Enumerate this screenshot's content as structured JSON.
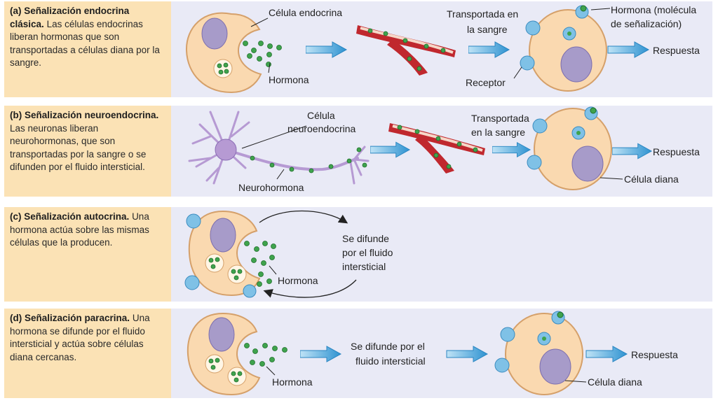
{
  "panels": [
    {
      "title": "(a) Señalización endocrina clásica.",
      "body": "Las células endocrinas liberan hormonas que son transportadas a células diana por la sangre.",
      "labels": {
        "source_cell": "Célula endocrina",
        "hormone": "Hormona",
        "transport": "Transportada en la sangre",
        "hormone_molecule": "Hormona (molécula de señalización)",
        "receptor": "Receptor",
        "response": "Respuesta"
      }
    },
    {
      "title": "(b) Señalización neuroendocrina.",
      "body": "Las neuronas liberan neurohormonas, que son transportadas por la sangre o se difunden por el fluido intersticial.",
      "labels": {
        "source_cell": "Célula neuroendocrina",
        "neurohormone": "Neurohormona",
        "transport": "Transportada en la sangre",
        "response": "Respuesta",
        "target_cell": "Célula diana"
      }
    },
    {
      "title": "(c) Señalización autocrina.",
      "body": "Una hormona actúa sobre las mismas células que la producen.",
      "labels": {
        "diffuse": "Se difunde por el fluido intersticial",
        "hormone": "Hormona"
      }
    },
    {
      "title": "(d) Señalización paracrina.",
      "body": "Una hormona se difunde por el fluido intersticial y actúa sobre células diana cercanas.",
      "labels": {
        "diffuse": "Se difunde por el fluido intersticial",
        "hormone": "Hormona",
        "response": "Respuesta",
        "target_cell": "Célula diana"
      }
    }
  ],
  "colors": {
    "panel_bg": "#e9eaf6",
    "desc_bg": "#fbe2b5",
    "cell_fill": "#fad9b0",
    "cell_stroke": "#d5a06a",
    "nucleus": "#a79bc9",
    "hormone": "#3fa34d",
    "arrow": "#4aa3d8",
    "vessel": "#c0282e",
    "receptor": "#7fc1e6",
    "neuron": "#b69ad3"
  }
}
